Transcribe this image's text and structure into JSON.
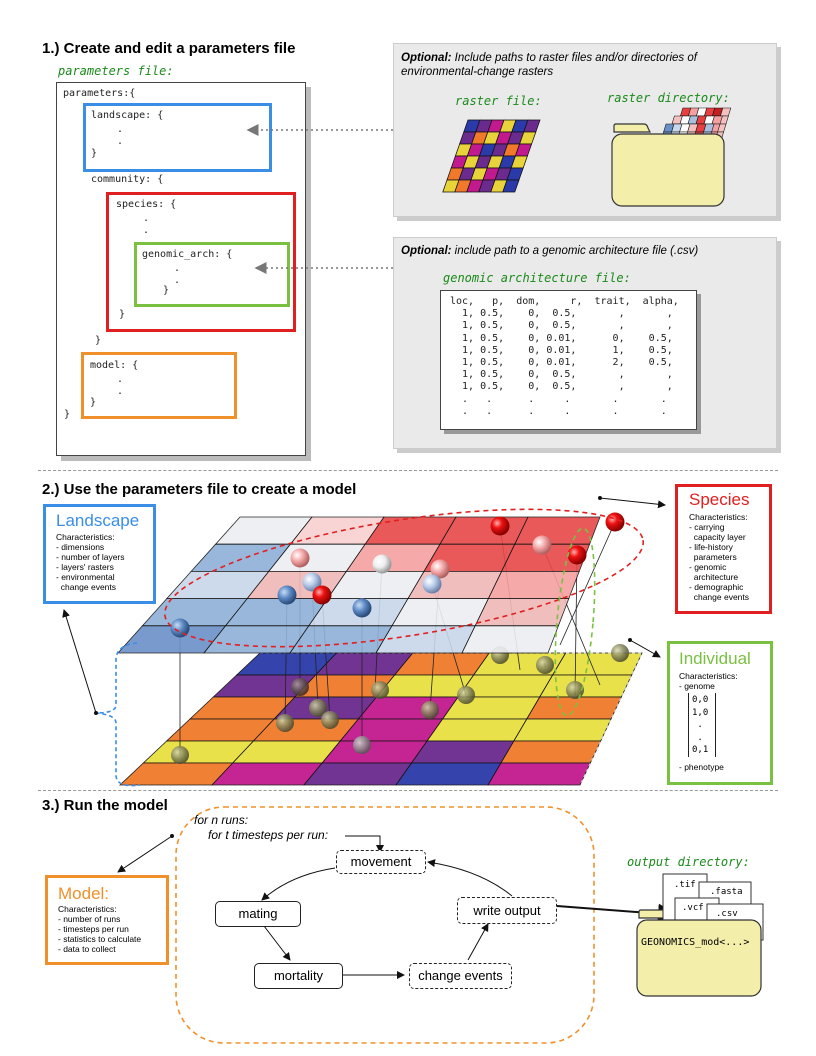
{
  "section1": {
    "title": "1.) Create and edit a parameters file",
    "params_label": "parameters file:",
    "code": {
      "params_open": "parameters:{",
      "landscape": "landscape: {",
      "dots2": ".\n.",
      "close": "}",
      "community": "community: {",
      "species": "species: {",
      "genomic_arch": "genomic_arch: {",
      "model": "model: {"
    },
    "optional1": {
      "bold": "Optional:",
      "text": " Include paths to raster files and/or directories of environmental-change rasters",
      "raster_file": "raster file:",
      "raster_directory": "raster directory:"
    },
    "optional2": {
      "bold": "Optional:",
      "text": " include path to a genomic architecture file (.csv)",
      "file_label": "genomic architecture file:",
      "csv_text": "loc,   p,  dom,     r,  trait,  alpha,\n  1, 0.5,    0,  0.5,       ,       ,\n  1, 0.5,    0,  0.5,       ,       ,\n  1, 0.5,    0, 0.01,      0,    0.5,\n  1, 0.5,    0, 0.01,      1,    0.5,\n  1, 0.5,    0, 0.01,      2,    0.5,\n  1, 0.5,    0,  0.5,       ,       ,\n  1, 0.5,    0,  0.5,       ,       ,\n  .   .      .     .       .       .\n  .   .      .     .       .       ."
    }
  },
  "section2": {
    "title": "2.) Use the parameters file to create a model",
    "landscape": {
      "title": "Landscape",
      "body": "Characteristics:\n- dimensions\n- number of layers\n- layers' rasters\n- environmental\n  change events",
      "color": "#3a8ee6"
    },
    "species": {
      "title": "Species",
      "body": "Characteristics:\n- carrying\n  capacity layer\n- life-history\n  parameters\n- genomic\n  architecture\n- demographic\n  change events",
      "color": "#e02020"
    },
    "individual": {
      "title": "Individual",
      "body_top": "Characteristics:\n- genome",
      "genome": "0,0\n1,0\n .\n .\n0,1",
      "body_bottom": "- phenotype",
      "color": "#7ac142"
    }
  },
  "section3": {
    "title": "3.) Run the model",
    "for_n": "for n runs:",
    "for_t": "for t timesteps per run:",
    "steps": {
      "movement": "movement",
      "mating": "mating",
      "mortality": "mortality",
      "change_events": "change events",
      "write_output": "write output"
    },
    "model": {
      "title": "Model:",
      "body": "Characteristics:\n- number of runs\n- timesteps per run\n- statistics to calculate\n- data to collect",
      "color": "#f0902a"
    },
    "output": {
      "label": "output directory:",
      "files": [
        ".tif",
        ".fasta",
        ".vcf",
        ".csv"
      ],
      "folder_name": "GEONOMICS_mod<...>"
    }
  }
}
